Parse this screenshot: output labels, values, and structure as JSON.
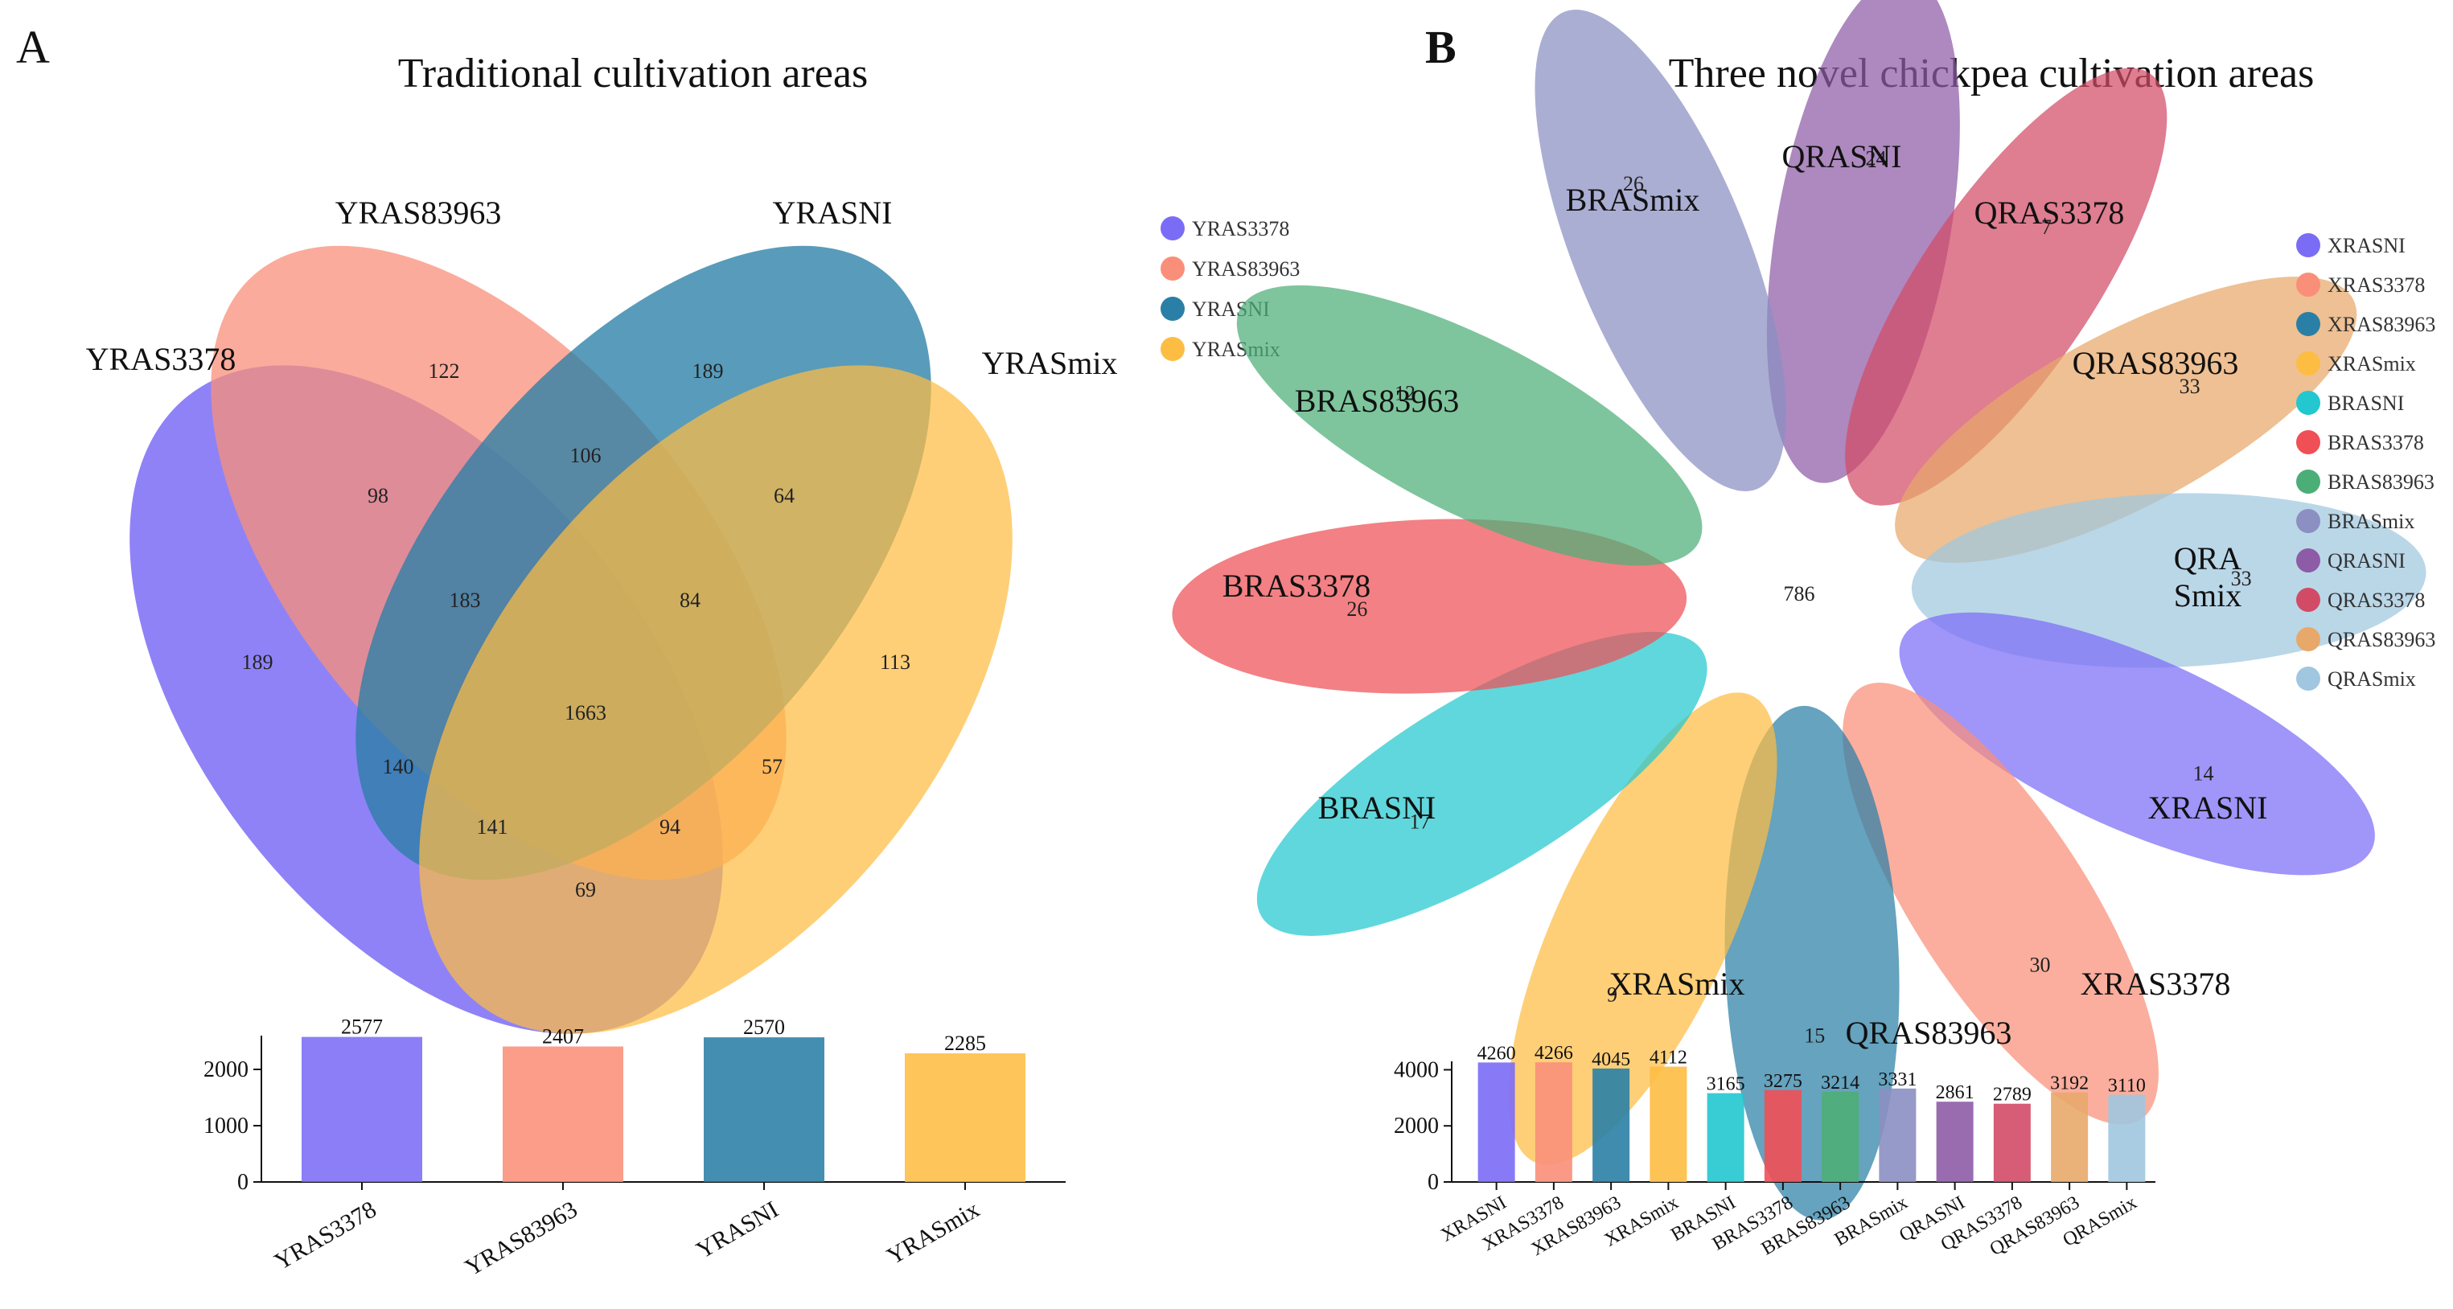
{
  "panels": {
    "a": {
      "letter": "A",
      "title": "Traditional  cultivation areas"
    },
    "b": {
      "letter": "B",
      "title": "Three novel chickpea cultivation areas"
    }
  },
  "colors": {
    "YRAS3378": "#7b6cf6",
    "YRAS83963": "#fa8f79",
    "YRASNI": "#2a7fa6",
    "YRASmix": "#fdbd43",
    "XRASNI": "#7b6cf6",
    "XRAS3378": "#fa8f79",
    "XRAS83963": "#2a7fa6",
    "XRASmix": "#fdbd43",
    "BRASNI": "#22c7cf",
    "BRAS3378": "#ef4f55",
    "BRAS83963": "#4cae77",
    "BRASmix": "#8b8fc2",
    "QRASNI": "#8e5ba6",
    "QRAS3378": "#d24b66",
    "QRAS83963": "#e8a86a",
    "QRASmix": "#a0c7df"
  },
  "chart_data": [
    {
      "type": "venn",
      "panel": "A",
      "title": "Traditional  cultivation areas",
      "sets": [
        "YRAS3378",
        "YRAS83963",
        "YRASNI",
        "YRASmix"
      ],
      "legend": [
        "YRAS3378",
        "YRAS83963",
        "YRASNI",
        "YRASmix"
      ],
      "legend_position": "right",
      "regions": [
        {
          "sets": [
            "YRAS3378"
          ],
          "value": 189
        },
        {
          "sets": [
            "YRAS83963"
          ],
          "value": 122
        },
        {
          "sets": [
            "YRASNI"
          ],
          "value": 189
        },
        {
          "sets": [
            "YRASmix"
          ],
          "value": 113
        },
        {
          "sets": [
            "YRAS3378",
            "YRAS83963"
          ],
          "value": 98
        },
        {
          "sets": [
            "YRAS83963",
            "YRASNI"
          ],
          "value": 106
        },
        {
          "sets": [
            "YRASNI",
            "YRASmix"
          ],
          "value": 64
        },
        {
          "sets": [
            "YRAS3378",
            "YRAS83963",
            "YRASNI"
          ],
          "value": 183
        },
        {
          "sets": [
            "YRAS83963",
            "YRASNI",
            "YRASmix"
          ],
          "value": 84
        },
        {
          "sets": [
            "YRAS3378",
            "YRAS83963",
            "YRASNI",
            "YRASmix"
          ],
          "value": 1663
        },
        {
          "sets": [
            "YRAS3378",
            "YRASNI"
          ],
          "value": 140
        },
        {
          "sets": [
            "YRAS3378",
            "YRASNI",
            "YRASmix"
          ],
          "value": 141
        },
        {
          "sets": [
            "YRAS3378",
            "YRAS83963",
            "YRASmix"
          ],
          "value": 94
        },
        {
          "sets": [
            "YRAS83963",
            "YRASmix"
          ],
          "value": 57
        },
        {
          "sets": [
            "YRAS3378",
            "YRASmix"
          ],
          "value": 69
        }
      ]
    },
    {
      "type": "bar",
      "panel": "A",
      "categories": [
        "YRAS3378",
        "YRAS83963",
        "YRASNI",
        "YRASmix"
      ],
      "values": [
        2577,
        2407,
        2570,
        2285
      ],
      "yticks": [
        0,
        1000,
        2000
      ],
      "ylim": [
        0,
        2600
      ]
    },
    {
      "type": "flower",
      "panel": "B",
      "title": "Three novel chickpea cultivation areas",
      "core_value": 786,
      "legend": [
        "XRASNI",
        "XRAS3378",
        "XRAS83963",
        "XRASmix",
        "BRASNI",
        "BRAS3378",
        "BRAS83963",
        "BRASmix",
        "QRASNI",
        "QRAS3378",
        "QRAS83963",
        "QRASmix"
      ],
      "legend_position": "right",
      "petals": [
        {
          "set": "QRASNI",
          "label": "QRASNI",
          "unique": 24
        },
        {
          "set": "QRAS3378",
          "label": "QRAS3378",
          "unique": 7
        },
        {
          "set": "QRAS83963",
          "label": "QRAS83963",
          "unique": 33
        },
        {
          "set": "QRASmix",
          "label": "QRA\nSmix",
          "unique": 33
        },
        {
          "set": "XRASNI",
          "label": "XRASNI",
          "unique": 14
        },
        {
          "set": "XRAS3378",
          "label": "XRAS3378",
          "unique": 30
        },
        {
          "set": "XRAS83963",
          "label": "QRAS83963",
          "unique": 15
        },
        {
          "set": "XRASmix",
          "label": "XRASmix",
          "unique": 9
        },
        {
          "set": "BRASNI",
          "label": "BRASNI",
          "unique": 17
        },
        {
          "set": "BRAS3378",
          "label": "BRAS3378",
          "unique": 26
        },
        {
          "set": "BRAS83963",
          "label": "BRAS83963",
          "unique": 12
        },
        {
          "set": "BRASmix",
          "label": "BRASmix",
          "unique": 26
        }
      ]
    },
    {
      "type": "bar",
      "panel": "B",
      "categories": [
        "XRASNI",
        "XRAS3378",
        "XRAS83963",
        "XRASmix",
        "BRASNI",
        "BRAS3378",
        "BRAS83963",
        "BRASmix",
        "QRASNI",
        "QRAS3378",
        "QRAS83963",
        "QRASmix"
      ],
      "values": [
        4260,
        4266,
        4045,
        4112,
        3165,
        3275,
        3214,
        3331,
        2861,
        2789,
        3192,
        3110
      ],
      "yticks": [
        0,
        2000,
        4000
      ],
      "ylim": [
        0,
        4300
      ]
    }
  ]
}
